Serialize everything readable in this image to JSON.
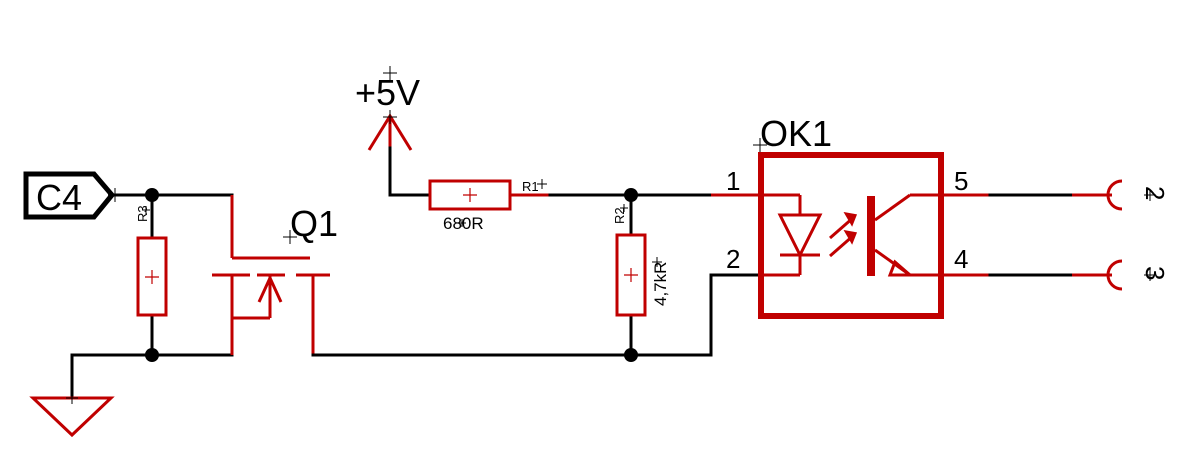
{
  "colors": {
    "wire": "#000000",
    "component": "#c00000",
    "background": "#ffffff"
  },
  "labels": {
    "supply": "+5V",
    "input_port": "C4",
    "transistor": "Q1",
    "optocoupler": "OK1",
    "r1_name": "R1",
    "r1_value": "680R",
    "r2_name": "R2",
    "r2_value": "4,7kR",
    "r3_name": "R3",
    "pin_anode": "1",
    "pin_cathode": "2",
    "pin_collector": "5",
    "pin_emitter": "4",
    "connector_top": "2",
    "connector_bottom": "3"
  }
}
